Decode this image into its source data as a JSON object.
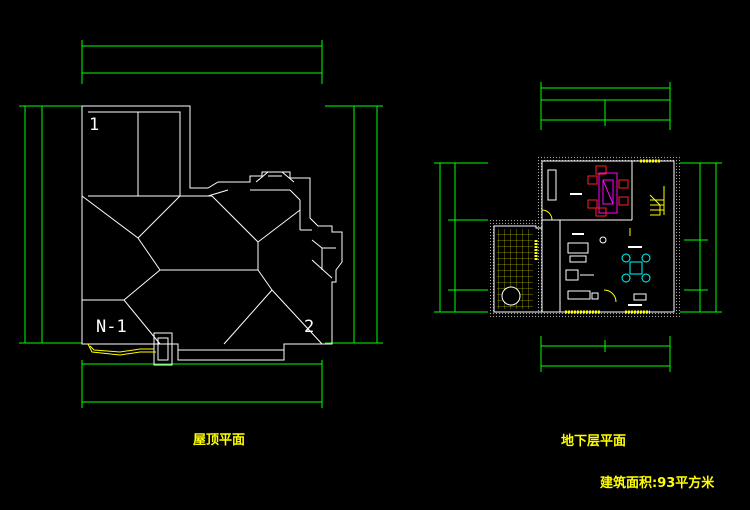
{
  "drawing": {
    "roof_plan": {
      "title": "屋顶平面",
      "labels": {
        "ridge_1": "1",
        "ridge_n1": "N-1",
        "ridge_2": "2"
      }
    },
    "basement_plan": {
      "title": "地下层平面"
    },
    "area_note": "建筑面积:93平方米"
  },
  "colors": {
    "background": "#000000",
    "outline": "#ffffff",
    "dimension": "#00ff00",
    "text": "#ffff00",
    "furniture_red": "#ff2020",
    "furniture_magenta": "#ff00ff",
    "furniture_cyan": "#00ffff"
  }
}
